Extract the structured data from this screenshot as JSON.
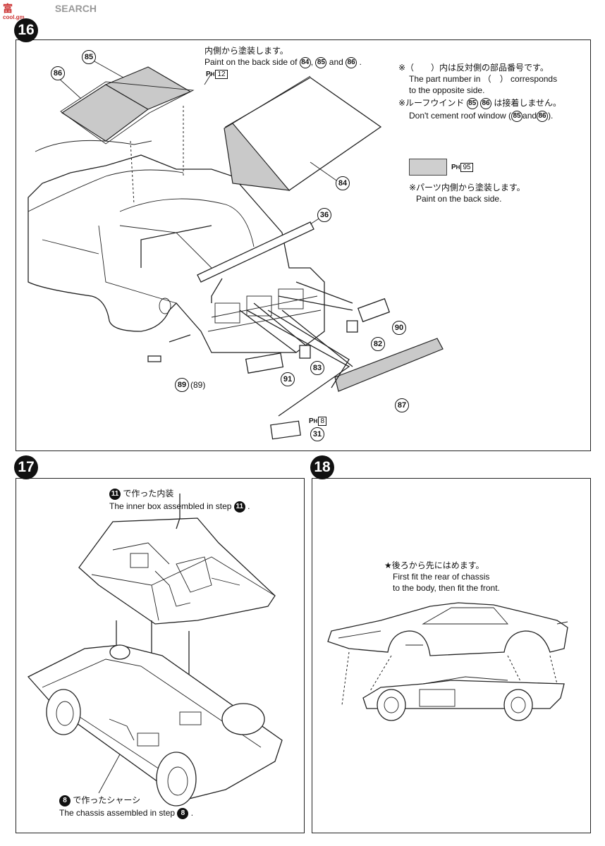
{
  "watermark": {
    "logo_text": "富",
    "site_text": "SEARCH",
    "sub_text": "cool.gm"
  },
  "step16": {
    "number": "16",
    "note_back_paint_jp": "内側から塗装します。",
    "note_back_paint_en_prefix": "Paint on the back side of",
    "note_back_paint_parts": [
      "84",
      "85",
      "86"
    ],
    "note_back_paint_and": "and",
    "paint_code_12": "12",
    "note_part_number_jp": "※（　　）内は反対側の部品番号です。",
    "note_part_number_en1": "The part number in （　） corresponds",
    "note_part_number_en2": "to the opposite side.",
    "note_no_cement_jp": "※ルーフウインド",
    "note_no_cement_jp_suffix": "は接着しません。",
    "note_no_cement_en_prefix": "Don't cement roof window (",
    "note_no_cement_en_and": "and",
    "note_no_cement_en_suffix": ").",
    "paint_code_95": "95",
    "note_swatch_jp": "※パーツ内側から塗装します。",
    "note_swatch_en": "Paint on the back side.",
    "paint_code_8": "8",
    "paint_prefix": "H",
    "callouts": [
      "85",
      "86",
      "84",
      "36",
      "90",
      "82",
      "83",
      "91",
      "87",
      "31",
      "89"
    ],
    "callout_89_paren": "(89)"
  },
  "step17": {
    "number": "17",
    "note_inner_jp": "で作った内装",
    "note_inner_en": "The inner box assembled in step",
    "ref_step_inner": "11",
    "note_chassis_jp": "で作ったシャーシ",
    "note_chassis_en": "The chassis assembled in step",
    "ref_step_chassis": "8"
  },
  "step18": {
    "number": "18",
    "note_jp": "★後ろから先にはめます。",
    "note_en1": "First fit the rear of chassis",
    "note_en2": "to the body, then fit the front."
  }
}
